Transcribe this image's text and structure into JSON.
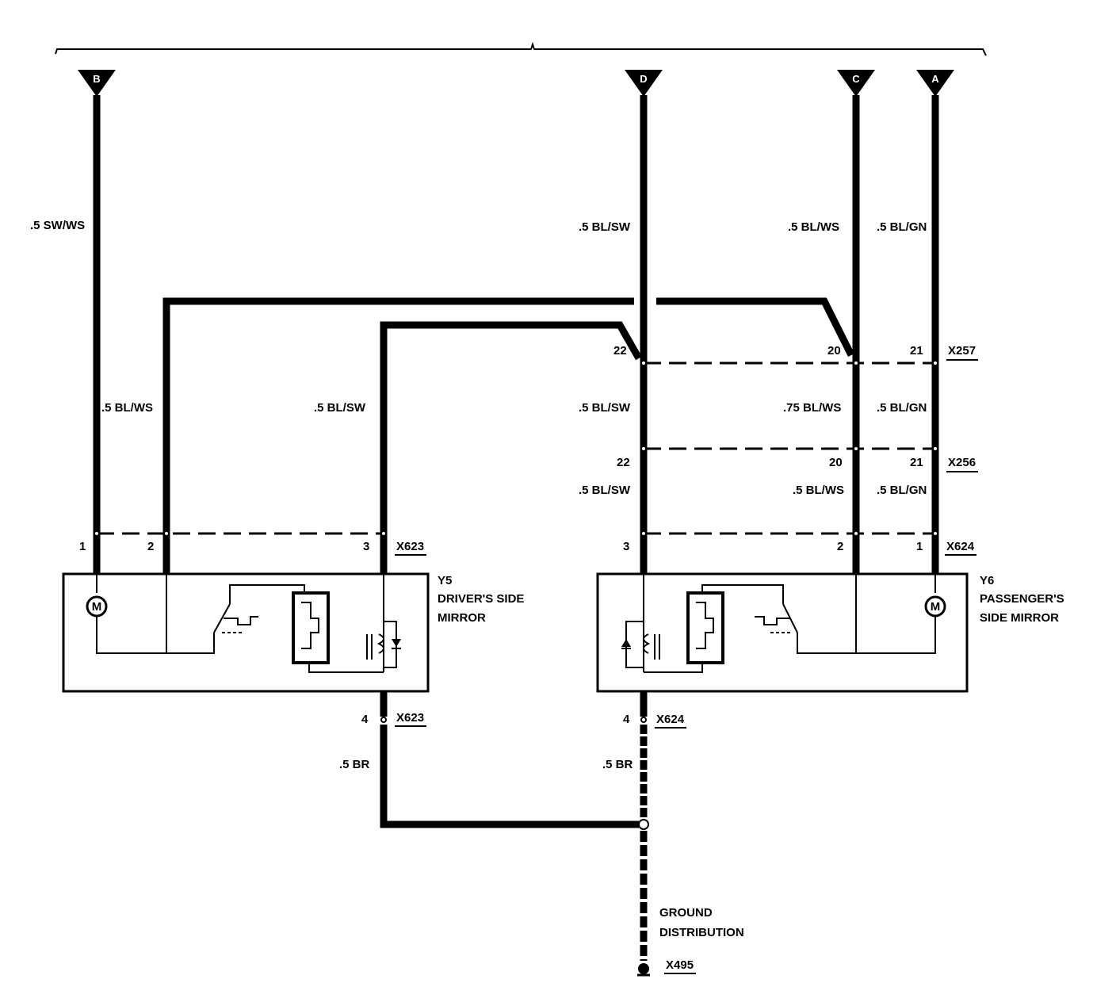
{
  "connectors_top": [
    "B",
    "D",
    "C",
    "A"
  ],
  "wire_labels": {
    "b_top": ".5 SW/WS",
    "d_top": ".5 BL/SW",
    "c_top": ".5  BL/WS",
    "a_top": ".5 BL/GN",
    "left_2": ".5  BL/WS",
    "left_3": ".5 BL/SW",
    "d_mid": ".5 BL/SW",
    "c_mid": ".75  BL/WS",
    "a_mid": ".5 BL/GN",
    "d_low": ".5 BL/SW",
    "c_low": ".5 BL/WS",
    "a_low": ".5 BL/GN",
    "gnd_left": ".5 BR",
    "gnd_right": ".5 BR"
  },
  "connectors": {
    "x257": {
      "name": "X257",
      "pins": [
        "22",
        "20",
        "21"
      ]
    },
    "x256": {
      "name": "X256",
      "pins": [
        "22",
        "20",
        "21"
      ]
    },
    "x623_top": {
      "name": "X623",
      "pins": [
        "1",
        "2",
        "3"
      ]
    },
    "x624_top": {
      "name": "X624",
      "pins": [
        "3",
        "2",
        "1"
      ]
    },
    "x623_bottom": {
      "name": "X623",
      "pin": "4"
    },
    "x624_bottom": {
      "name": "X624",
      "pin": "4"
    },
    "x495": {
      "name": "X495"
    }
  },
  "components": {
    "y5": {
      "id": "Y5",
      "line1": "DRIVER'S SIDE",
      "line2": "MIRROR"
    },
    "y6": {
      "id": "Y6",
      "line1": "PASSENGER'S",
      "line2": "SIDE MIRROR"
    }
  },
  "motor_symbol": "M",
  "ground": {
    "line1": "GROUND",
    "line2": "DISTRIBUTION"
  }
}
